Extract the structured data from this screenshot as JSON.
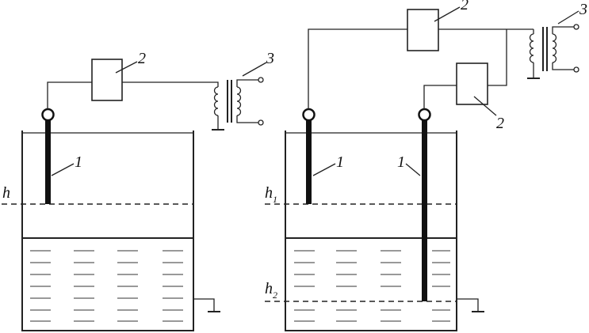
{
  "labels": {
    "electrode": "1",
    "relay": "2",
    "transformer": "3",
    "level_h": "h",
    "level_h1": "h",
    "level_h1_sub": "1",
    "level_h2": "h",
    "level_h2_sub": "2"
  }
}
